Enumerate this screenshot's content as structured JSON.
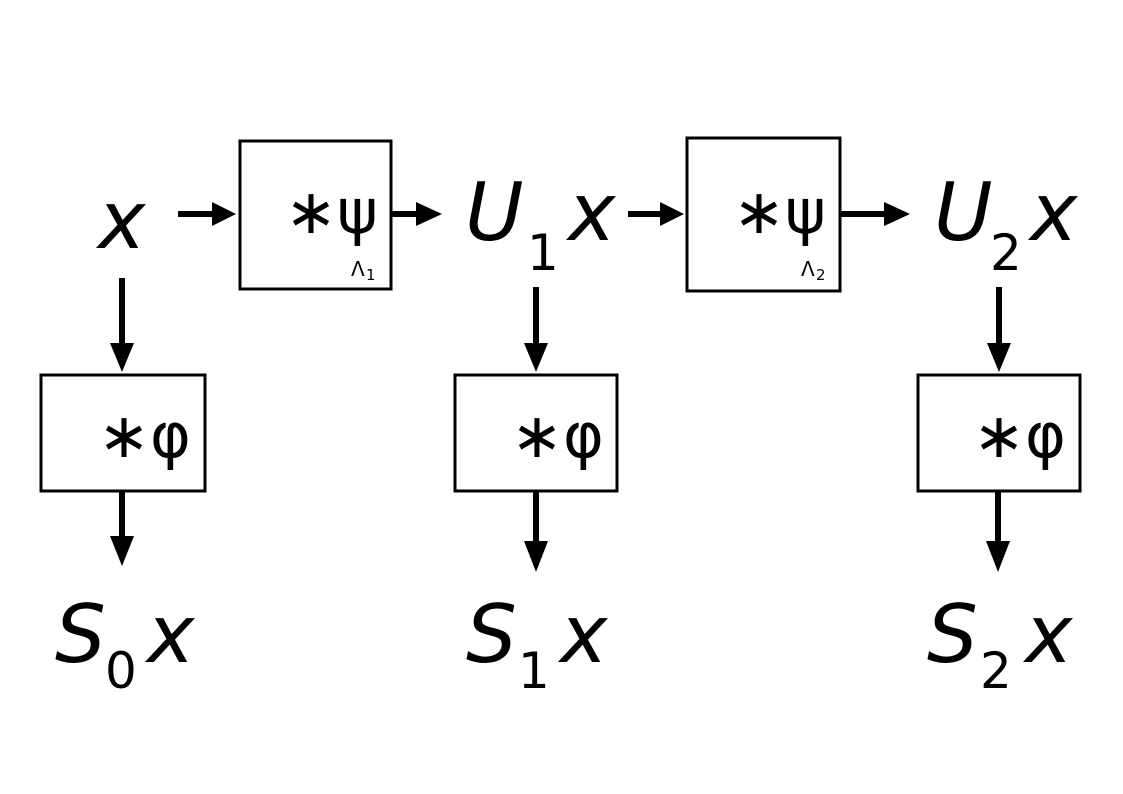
{
  "nodes": {
    "x": {
      "main": "x"
    },
    "u1": {
      "main": "U",
      "sub": "1",
      "var": "x"
    },
    "u2": {
      "main": "U",
      "sub": "2",
      "var": "x"
    },
    "s0": {
      "main": "S",
      "sub": "0",
      "var": "x"
    },
    "s1": {
      "main": "S",
      "sub": "1",
      "var": "x"
    },
    "s2": {
      "main": "S",
      "sub": "2",
      "var": "x"
    }
  },
  "operators": {
    "psi1": {
      "op": "∗ψ",
      "sub": "Λ",
      "subsub": "1"
    },
    "psi2": {
      "op": "∗ψ",
      "sub": "Λ",
      "subsub": "2"
    },
    "phi": {
      "op": "∗φ"
    }
  }
}
